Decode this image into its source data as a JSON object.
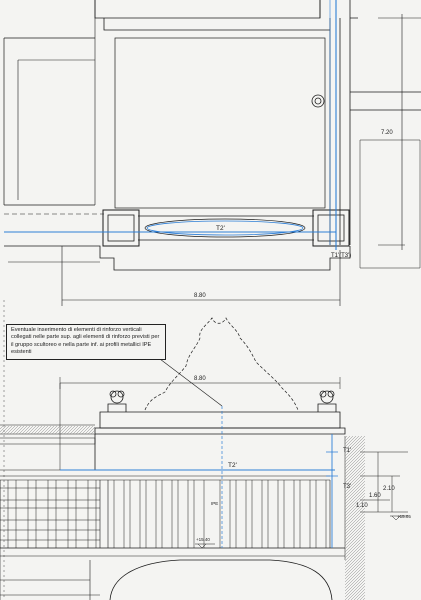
{
  "labels": {
    "plan_beam": "T2'",
    "plan_tie": "T1'(T3')",
    "plan_width": "8.80",
    "plan_depth": "7.20",
    "elev_width": "8.80",
    "elev_beam": "T2'",
    "elev_t1": "T1'",
    "elev_t3": "T3'",
    "ipe": "IPE",
    "dim_210": "2.10",
    "dim_160": "1.60",
    "dim_110": "1.10",
    "level_right": "+15.05",
    "level_base": "+15.40"
  },
  "note": "Eventuale inserimento di elementi di rinforzo verticali collegati nelle parte sup. agli elementi di rinforzo previsti per il gruppo scultoreo e nella parte inf. ai profili metallici IPE esistenti",
  "colors": {
    "ink": "#1c1c1c",
    "reinforcement": "#2e7fd6",
    "paper": "#f4f4f2",
    "hatch": "#8a8a8a"
  }
}
